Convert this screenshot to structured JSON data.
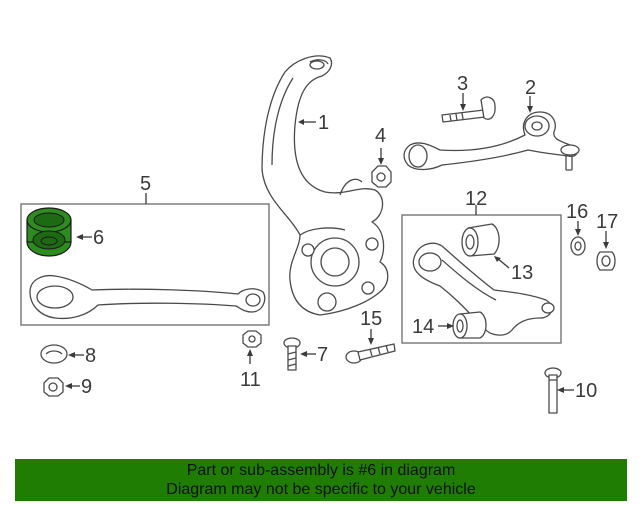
{
  "callouts": {
    "c1": "1",
    "c2": "2",
    "c3": "3",
    "c4": "4",
    "c5": "5",
    "c6": "6",
    "c7": "7",
    "c8": "8",
    "c9": "9",
    "c10": "10",
    "c11": "11",
    "c12": "12",
    "c13": "13",
    "c14": "14",
    "c15": "15",
    "c16": "16",
    "c17": "17"
  },
  "highlight": {
    "part_number": "6",
    "color": "#2e8b1f"
  },
  "footer": {
    "line1": "Part or sub-assembly is #6 in diagram",
    "line2": "Diagram may not be specific to your vehicle",
    "background": "#1f7d04"
  }
}
